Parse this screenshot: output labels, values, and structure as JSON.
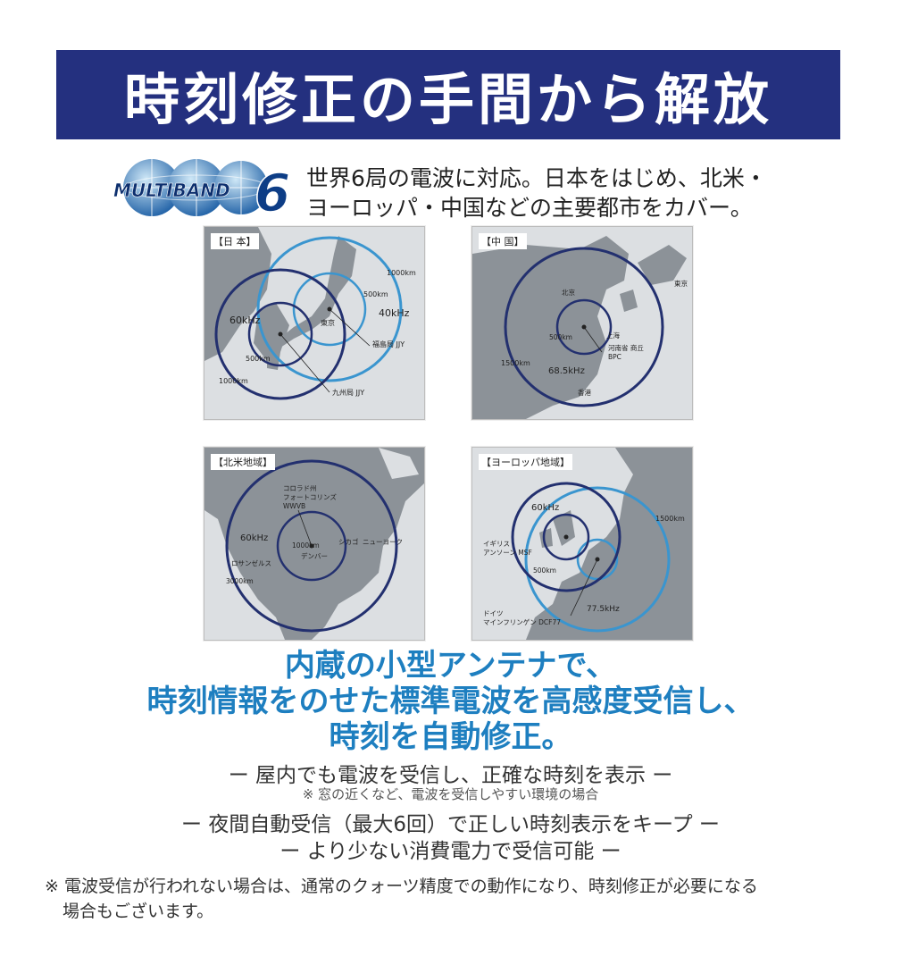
{
  "banner": {
    "title": "時刻修正の手間から解放"
  },
  "logo": {
    "text": "MULTIBAND",
    "number": "6"
  },
  "intro": {
    "line1": "世界6局の電波に対応。日本をはじめ、北米・",
    "line2": "ヨーロッパ・中国などの主要都市をカバー。"
  },
  "maps": {
    "japan": {
      "tag": "【日 本】",
      "labels": {
        "r1000a": "1000km",
        "r500a": "500km",
        "khz40": "40kHz",
        "tokyo": "東京",
        "fukushima": "福島局 JJY",
        "khz60": "60kHz",
        "r500b": "500km",
        "r1000b": "1000km",
        "kyushu": "九州局 JJY"
      }
    },
    "china": {
      "tag": "【中 国】",
      "labels": {
        "beijing": "北京",
        "tokyo": "東京",
        "shanghai": "上海",
        "r500": "500km",
        "henan": "河南省 商丘",
        "bpc": "BPC",
        "r1500": "1500km",
        "khz": "68.5kHz",
        "hongkong": "香港"
      }
    },
    "na": {
      "tag": "【北米地域】",
      "labels": {
        "colorado1": "コロラド州",
        "colorado2": "フォートコリンズ",
        "wwvb": "WWVB",
        "khz": "60kHz",
        "r1000": "1000km",
        "chicago": "シカゴ",
        "newyork": "ニューヨーク",
        "la": "ロサンゼルス",
        "denver": "デンバー",
        "r3000": "3000km"
      }
    },
    "eu": {
      "tag": "【ヨーロッパ地域】",
      "labels": {
        "khz60": "60kHz",
        "r1500": "1500km",
        "uk1": "イギリス",
        "uk2": "アンソーン MSF",
        "r500": "500km",
        "de1": "ドイツ",
        "de2": "マインフリンゲン DCF77",
        "khz775": "77.5kHz"
      }
    }
  },
  "subtitle": {
    "line1": "内蔵の小型アンテナで、",
    "line2": "時刻情報をのせた標準電波を高感度受信し、",
    "line3": "時刻を自動修正。"
  },
  "features": {
    "f1": "ー 屋内でも電波を受信し、正確な時刻を表示 ー",
    "note": "※ 窓の近くなど、電波を受信しやすい環境の場合",
    "f2": "ー 夜間自動受信（最大6回）で正しい時刻表示をキープ ー",
    "f3": "ー より少ない消費電力で受信可能 ー"
  },
  "footnote": {
    "line1": "※ 電波受信が行われない場合は、通常のクォーツ精度での動作になり、時刻修正が必要になる",
    "line2": "場合もございます。"
  },
  "colors": {
    "banner": "#24307f",
    "accent": "#1e7fc0",
    "ring_dark": "#23306f",
    "ring_light": "#3a95cf",
    "land": "#8c9298",
    "sea": "#dcdfe2"
  }
}
